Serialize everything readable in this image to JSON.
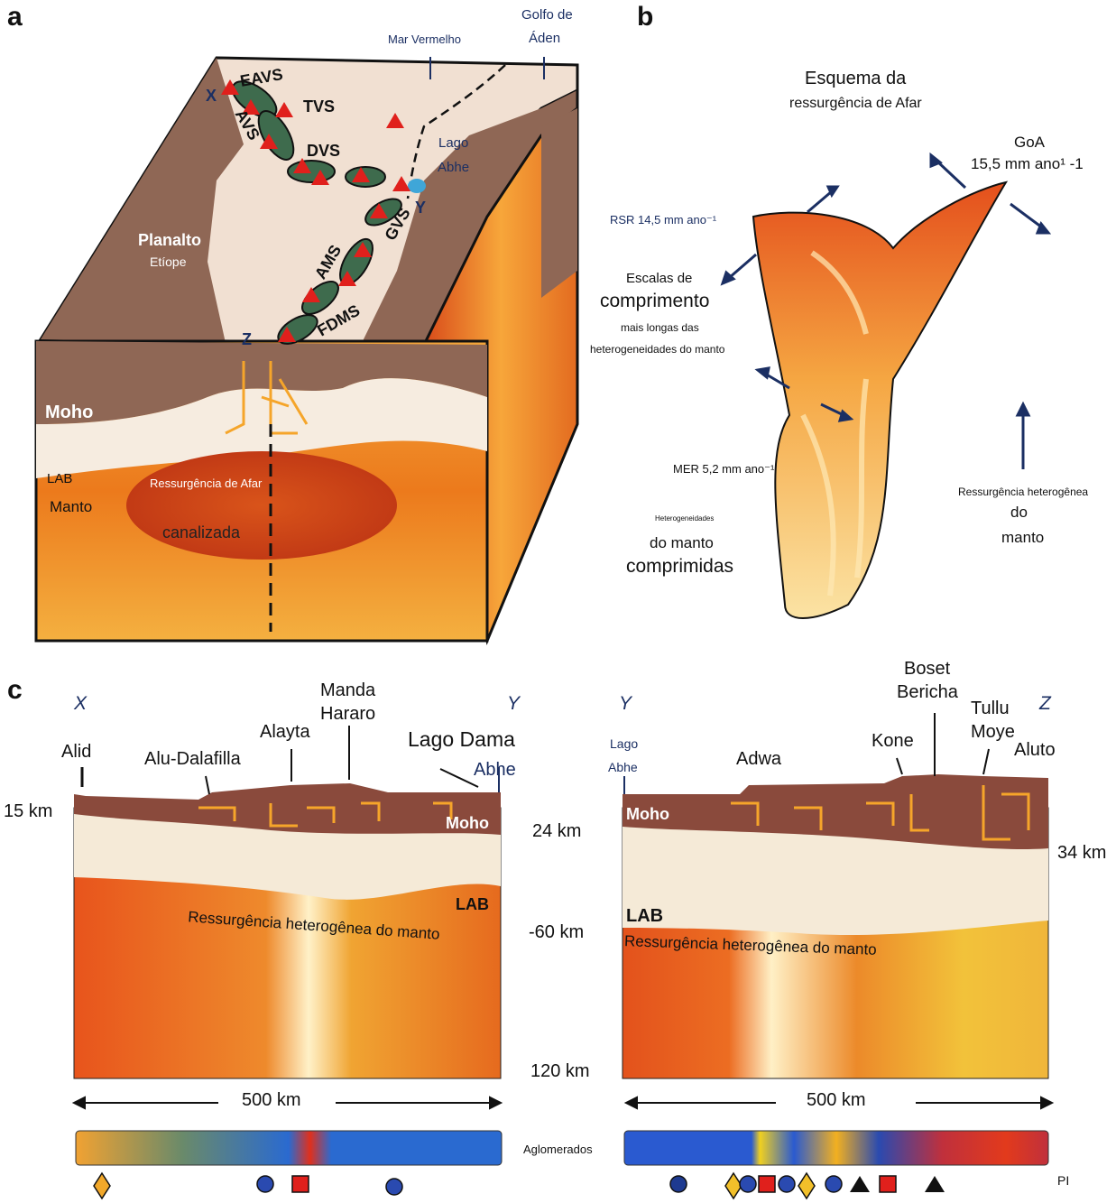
{
  "panels": {
    "a": "a",
    "b": "b",
    "c": "c"
  },
  "panel_a": {
    "seas": [
      "Mar Vermelho",
      "Golfo de",
      "Áden"
    ],
    "lake": [
      "Lago",
      "Abhe"
    ],
    "plateau": [
      "Planalto",
      "Etíope"
    ],
    "segments": [
      "EAVS",
      "AVS",
      "TVS",
      "DVS",
      "GVS",
      "AMS",
      "FDMS"
    ],
    "points": [
      "X",
      "Y",
      "Z"
    ],
    "layers": [
      "Moho",
      "LAB",
      "Manto"
    ],
    "plume": [
      "Ressurgência de Afar",
      "canalizada"
    ]
  },
  "panel_b": {
    "title": [
      "Esquema da",
      "ressurgência de Afar"
    ],
    "goa": [
      "GoA",
      "15,5 mm ano¹ -1"
    ],
    "rsr": "RSR 14,5 mm ano⁻¹",
    "scales": [
      "Escalas de",
      "comprimento",
      "mais longas das",
      "heterogeneidades do manto"
    ],
    "mer": "MER 5,2 mm ano⁻¹",
    "compressed": [
      "Heterogeneidades",
      "do manto",
      "comprimidas"
    ],
    "upwelling": [
      "Ressurgência heterogênea",
      "do",
      "manto"
    ]
  },
  "panel_c": {
    "left": {
      "ends": [
        "X",
        "Y"
      ],
      "volcanoes": [
        "Alid",
        "Alu-Dalafilla",
        "Alayta",
        "Manda",
        "Hararo",
        "Lago Dama",
        "Abhe"
      ],
      "depths": [
        "15 km",
        "24 km",
        "-60 km",
        "120 km"
      ],
      "layers": [
        "Moho",
        "LAB"
      ],
      "upwelling": "Ressurgência heterogênea do manto",
      "scale": "500 km"
    },
    "right": {
      "ends": [
        "Y",
        "Z"
      ],
      "volcanoes": [
        "Lago",
        "Abhe",
        "Adwa",
        "Kone",
        "Boset",
        "Bericha",
        "Tullu",
        "Moye",
        "Aluto"
      ],
      "depths": [
        "34 km"
      ],
      "layers": [
        "Moho",
        "LAB"
      ],
      "upwelling": "Ressurgência heterogênea do manto",
      "scale": "500 km"
    },
    "clusters_label": "Aglomerados",
    "pi_label": "PI"
  },
  "colors": {
    "navy": "#1b2f63",
    "volcano": "#e0201c",
    "mantle": "#e8701c",
    "crust": "#8c6656"
  }
}
